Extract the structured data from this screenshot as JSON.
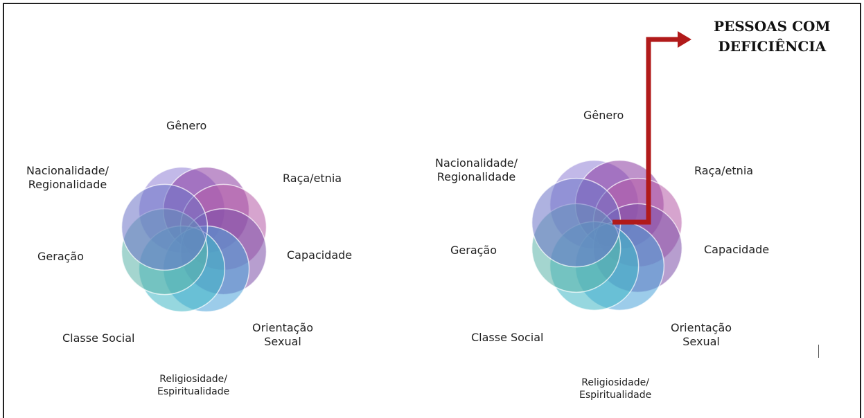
{
  "title": "PESSOAS COM\nDEFICIÊNCIA",
  "colors": {
    "arrow": "#b11a1a",
    "petals": [
      "#8f7fd6",
      "#8a3aa0",
      "#b45aa6",
      "#7b4fa8",
      "#4aa3d8",
      "#3fb6c4",
      "#5ab3a8",
      "#6b73c6",
      "#3aa6df",
      "#6e8fd0"
    ]
  },
  "diagram_left": {
    "labels": {
      "genero": "Gênero",
      "raca": "Raça/etnia",
      "capacidade": "Capacidade",
      "orientacao": "Orientação\nSexual",
      "religiosidade": "Religiosidade/\nEspiritualidade",
      "classe": "Classe Social",
      "geracao": "Geração",
      "nacionalidade": "Nacionalidade/\nRegionalidade"
    }
  },
  "diagram_right": {
    "labels": {
      "genero": "Gênero",
      "raca": "Raça/etnia",
      "capacidade": "Capacidade",
      "orientacao": "Orientação\nSexual",
      "religiosidade": "Religiosidade/\nEspiritualidade",
      "classe": "Classe Social",
      "geracao": "Geração",
      "nacionalidade": "Nacionalidade/\nRegionalidade"
    }
  }
}
